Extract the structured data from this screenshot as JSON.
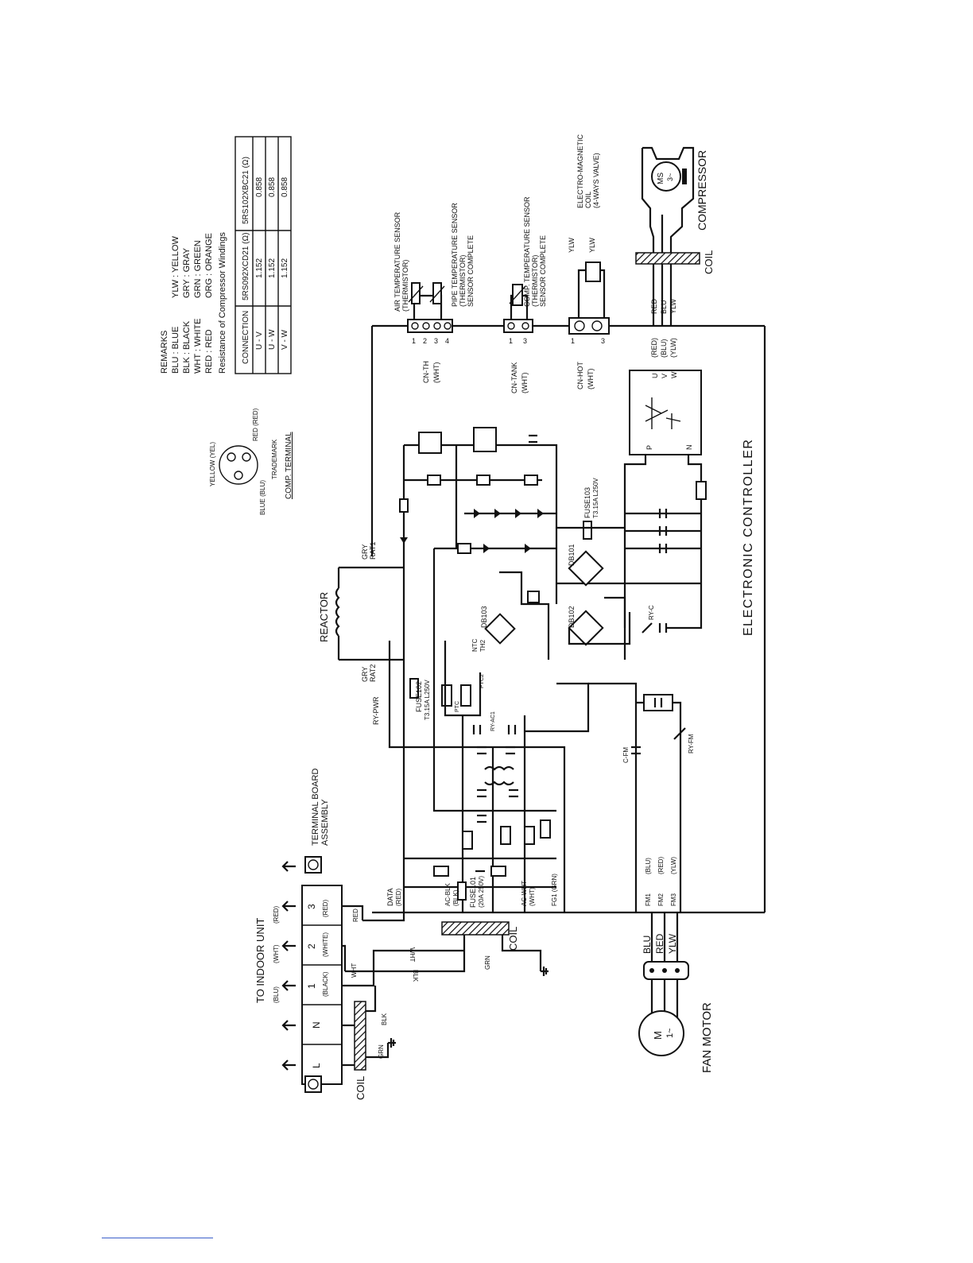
{
  "remarks": {
    "title": "REMARKS",
    "lines": [
      "BLU : BLUE",
      "BLK : BLACK",
      "WHT : WHITE",
      "RED : RED"
    ],
    "lines2": [
      "YLW : YELLOW",
      "GRY : GRAY",
      "GRN : GREEN",
      "ORG : ORANGE"
    ],
    "resistance_title": "Resistance of Compressor Windings",
    "table_headers": [
      "CONNECTION",
      "5RS092XCD21 (Ω)",
      "5RS102XBC21 (Ω)"
    ],
    "table_rows": [
      [
        "U - V",
        "1.152",
        "0.858"
      ],
      [
        "U - W",
        "1.152",
        "0.858"
      ],
      [
        "V - W",
        "1.152",
        "0.858"
      ]
    ]
  },
  "comp_terminal": {
    "yellow": "YELLOW (YEL)",
    "red": "RED (RED)",
    "blue": "BLUE (BLU)",
    "trademark": "TRADEMARK",
    "title": "COMP. TERMINAL"
  },
  "sensors": {
    "air": "AIR TEMPERATURE SENSOR",
    "air_sub": "(THERMISTOR)",
    "pipe": "PIPE TEMPERATURE SENSOR",
    "pipe_sub": "(THERMISTOR)",
    "pipe_sub2": "SENSOR COMPLETE",
    "comp": "COMP. TEMPERATURE SENSOR",
    "comp_sub": "(THERMISTOR)",
    "comp_sub2": "SENSOR COMPLETE",
    "valve": "ELECTRO-MAGNETIC",
    "valve_sub": "COIL",
    "valve_sub2": "(4-WAYS VALVE)",
    "ylw": "YLW"
  },
  "connectors": {
    "cn_th": "CN-TH",
    "cn_th_sub": "(WHT)",
    "cn_tank": "CN-TANK",
    "cn_tank_sub": "(WHT)",
    "cn_hot": "CN-HOT",
    "cn_hot_sub": "(WHT)",
    "pins_th": [
      "1",
      "2",
      "3",
      "4"
    ],
    "pins_tank": [
      "1",
      "3"
    ],
    "pins_hot": [
      "1",
      "3"
    ]
  },
  "compressor": {
    "label": "COMPRESSOR",
    "ms": "MS",
    "ms_sub": "3~",
    "coil": "COIL",
    "wires": [
      "RED",
      "BLU",
      "YLW"
    ],
    "uvw": [
      "U",
      "V",
      "W"
    ],
    "uvw_colors": [
      "(RED)",
      "(BLU)",
      "(YLW)"
    ],
    "p": "P",
    "n": "N"
  },
  "controller": {
    "title": "ELECTRONIC CONTROLLER",
    "fuse103": "FUSE103",
    "fuse103_rating": "T3.15A L250V",
    "fuse102": "FUSE102",
    "fuse102_rating": "T3.15A L250V",
    "fuse101": "FUSE101",
    "fuse101_rating": "(20A 250V)",
    "db101": "DB101",
    "db102": "DB102",
    "db103": "DB103",
    "ry_c": "RY-C",
    "ry_pwr": "RY-PWR",
    "ry_ac1": "RY-AC1",
    "ry_fm": "RY-FM",
    "c_fm": "C-FM",
    "ntc": "NTC",
    "th2": "TH2",
    "ptc": "PTC",
    "ptc2": "PTC2",
    "gry1": "GRY",
    "rat1": "RAT1",
    "gry2": "GRY",
    "rat2": "RAT2",
    "data": "DATA",
    "data_col": "(RED)",
    "ac_blk": "AC-BLK",
    "ac_blk_col": "(BLK)",
    "ac_wht": "AC-WHT",
    "ac_wht_col": "(WHT)",
    "fg1": "FG1 (GRN)",
    "fm1": "FM1",
    "fm1_col": "(BLU)",
    "fm2": "FM2",
    "fm2_col": "(RED)",
    "fm3": "FM3",
    "fm3_col": "(YLW)",
    "coil": "COIL"
  },
  "reactor": "REACTOR",
  "terminal_board": {
    "title": "TERMINAL BOARD",
    "title2": "ASSEMBLY",
    "to_indoor": "TO INDOOR UNIT",
    "terminals": [
      "L",
      "N",
      "1",
      "2",
      "3"
    ],
    "terminal_colors": [
      "(BLACK)",
      "(WHITE)",
      "(RED)"
    ],
    "top_colors": [
      "(BLU)",
      "(WHT)",
      "(RED)"
    ],
    "coil": "COIL",
    "wires": [
      "BLK",
      "WHT",
      "RED",
      "BLK",
      "WHT",
      "GRN",
      "GRN"
    ]
  },
  "fan_motor": {
    "label": "FAN MOTOR",
    "m": "M",
    "m_sub": "1~",
    "wires": [
      "BLU",
      "RED",
      "YLW"
    ]
  }
}
